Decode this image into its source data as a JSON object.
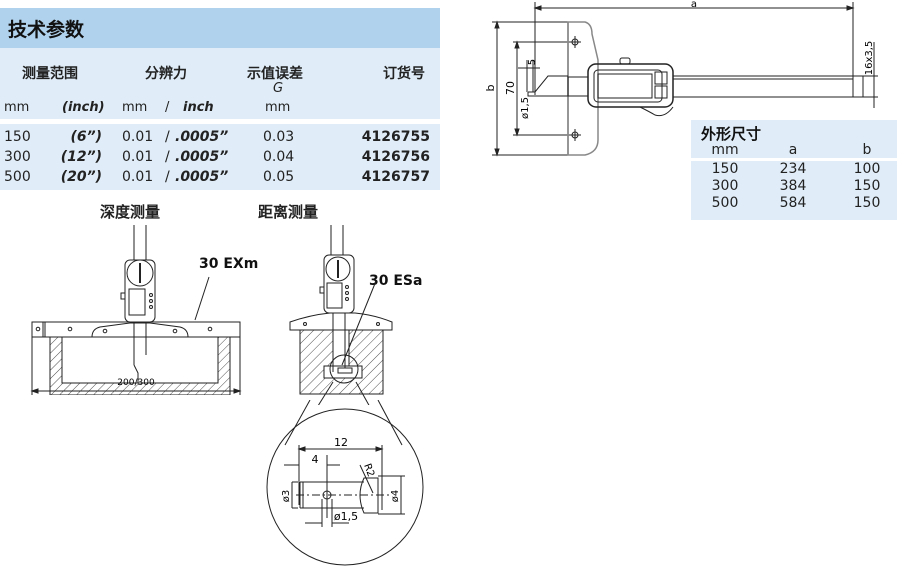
{
  "spec_table": {
    "title": "技术参数",
    "headers": {
      "range": "测量范围",
      "resolution": "分辨力",
      "error": "示值误差",
      "error_symbol": "G",
      "order": "订货号"
    },
    "units": {
      "range_mm": "mm",
      "range_inch": "(inch)",
      "res_mm": "mm",
      "res_sep": "/",
      "res_inch": "inch",
      "error_mm": "mm"
    },
    "rows": [
      {
        "mm": "150",
        "inch": "(6”)",
        "res_mm": "0.01",
        "sep": "/",
        "res_inch": ".0005”",
        "error": "0.03",
        "order": "4126755"
      },
      {
        "mm": "300",
        "inch": "(12”)",
        "res_mm": "0.01",
        "sep": "/",
        "res_inch": ".0005”",
        "error": "0.04",
        "order": "4126756"
      },
      {
        "mm": "500",
        "inch": "(20”)",
        "res_mm": "0.01",
        "sep": "/",
        "res_inch": ".0005”",
        "error": "0.05",
        "order": "4126757"
      }
    ]
  },
  "dims_table": {
    "title": "外形尺寸",
    "headers": [
      "mm",
      "a",
      "b"
    ],
    "rows": [
      [
        "150",
        "234",
        "100"
      ],
      [
        "300",
        "384",
        "150"
      ],
      [
        "500",
        "584",
        "150"
      ]
    ]
  },
  "drawing_labels": {
    "a": "a",
    "b": "b",
    "d70": "70",
    "d5": "5",
    "d_phi15": "ø1,5",
    "d16x35": "16x3,5"
  },
  "figures": {
    "depth_caption": "深度测量",
    "distance_caption": "距离测量",
    "depth_callout": "30 EXm",
    "distance_callout": "30 ESa",
    "depth_width_label": "200/300",
    "detail": {
      "d12": "12",
      "d4": "4",
      "r2": "R2",
      "phi3": "ø3",
      "phi4": "ø4",
      "phi15": "ø1,5"
    }
  }
}
